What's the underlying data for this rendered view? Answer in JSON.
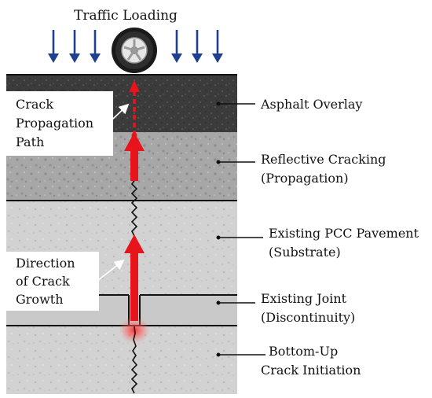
{
  "title": "Traffic Loading",
  "callouts": {
    "crack_path": [
      "Crack",
      "Propagation",
      "Path"
    ],
    "crack_growth": [
      "Direction",
      "of Crack",
      "Growth"
    ]
  },
  "layers": [
    {
      "label_lines": [
        "Asphalt Overlay"
      ]
    },
    {
      "label_lines": [
        "Reflective Cracking",
        "(Propagation)"
      ]
    },
    {
      "label_lines": [
        "Existing PCC Pavement",
        "(Substrate)"
      ]
    },
    {
      "label_lines": [
        "Existing Joint",
        "(Discontinuity)"
      ]
    },
    {
      "label_lines": [
        "Bottom-Up",
        "Crack Initiation"
      ]
    }
  ],
  "colors": {
    "arrow_blue": "#1f3f8f",
    "crack_red": "#e8141b",
    "asphalt": "#3a3a3a",
    "reflective": "#a9a9a9",
    "pcc": "#d3d3d3",
    "bottom": "#dcdcdc"
  },
  "icons": {
    "load_arrows": "down-arrow-icon",
    "tire": "tire-icon"
  }
}
